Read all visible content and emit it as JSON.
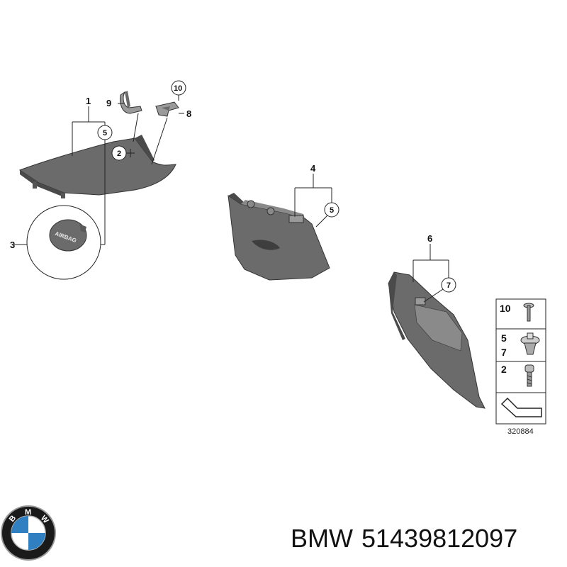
{
  "callouts": {
    "c1": "1",
    "c2": "2",
    "c3": "3",
    "c4": "4",
    "c5a": "5",
    "c5b": "5",
    "c6": "6",
    "c7": "7",
    "c8": "8",
    "c9": "9",
    "c10": "10"
  },
  "airbag_label": "AIRBAG",
  "legend": {
    "row1": [
      "10"
    ],
    "row2": [
      "5",
      "7"
    ],
    "row3": [
      "2"
    ]
  },
  "reference_number": "320884",
  "logo": {
    "letters": [
      "B",
      "M",
      "W"
    ],
    "colors": {
      "blue": "#2f7fc1",
      "ring": "#1a1a1a"
    }
  },
  "caption": {
    "brand": "BMW",
    "part_number": "51439812097"
  },
  "colors": {
    "part_fill": "#6b6b6b",
    "part_dark": "#4a4a4a",
    "part_light": "#8a8a8a"
  }
}
